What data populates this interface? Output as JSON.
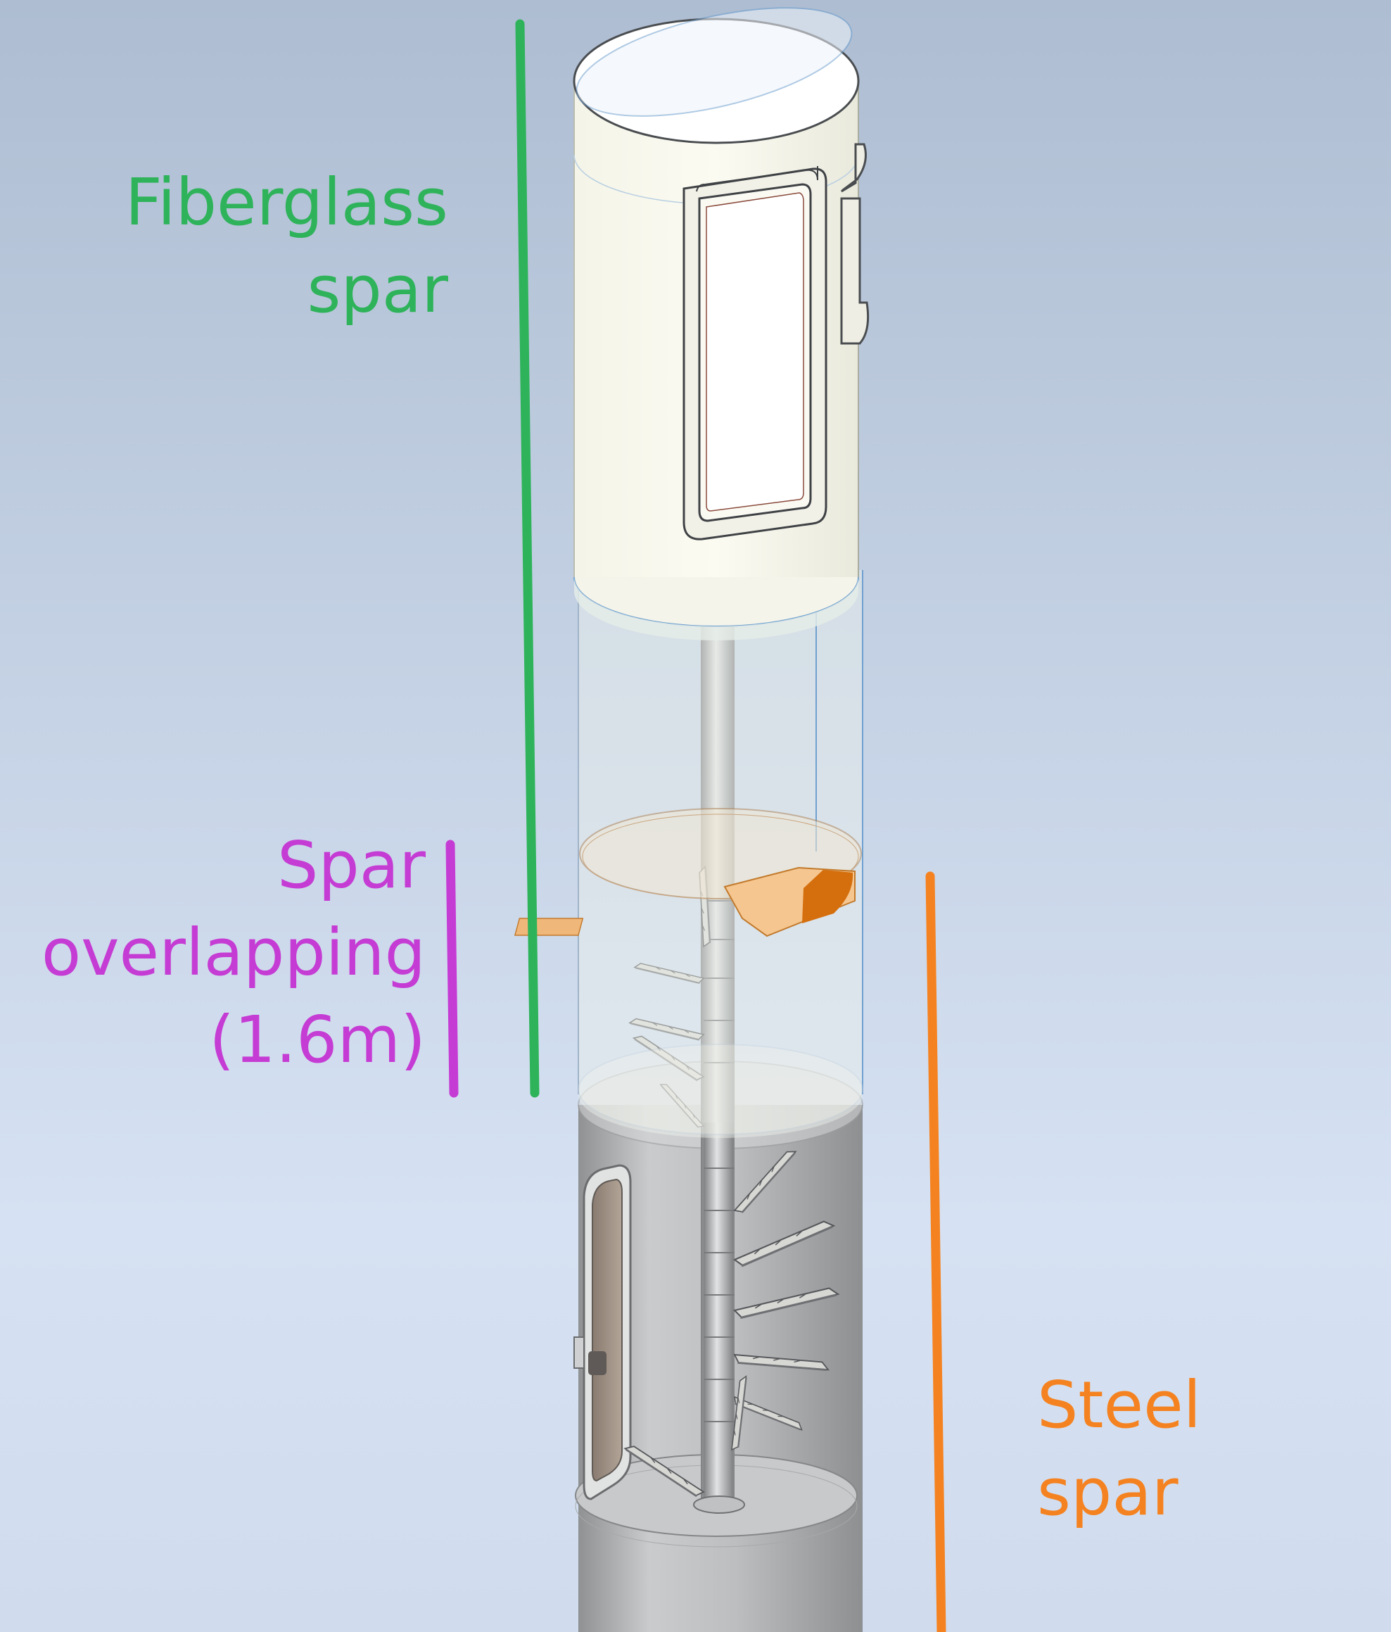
{
  "annotations": {
    "fiberglass": {
      "line1": "Fiberglass",
      "line2": "spar",
      "color": "#2eb35a"
    },
    "overlap": {
      "line1": "Spar",
      "line2": "overlapping",
      "line3": "(1.6m)",
      "color": "#c53cd4"
    },
    "steel": {
      "line1": "Steel",
      "line2": "spar",
      "color": "#f58220"
    }
  },
  "colors": {
    "steel_body": "#b9bbbd",
    "fiberglass_body": "#f7f7ec",
    "glass_edge": "#7fb2d8",
    "stair_accent": "#f2a860"
  }
}
